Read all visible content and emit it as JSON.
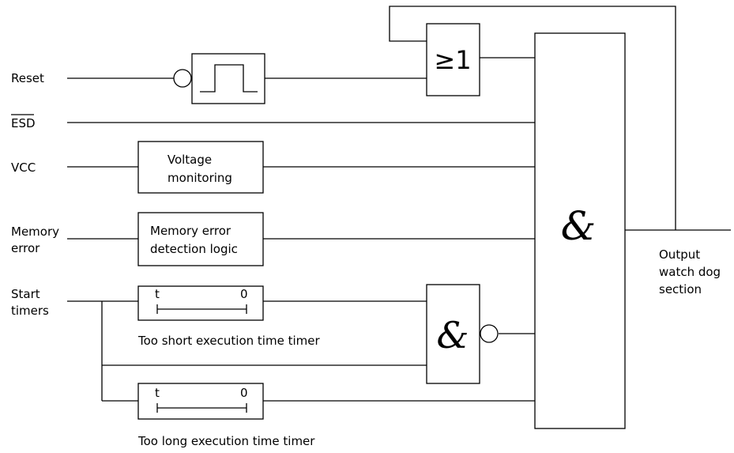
{
  "inputs": {
    "reset": "Reset",
    "esd": "ESD",
    "vcc": "VCC",
    "memory_error_line1": "Memory",
    "memory_error_line2": "error",
    "start_timers_line1": "Start",
    "start_timers_line2": "timers"
  },
  "blocks": {
    "or_gate_symbol": "≥1",
    "voltage_line1": "Voltage",
    "voltage_line2": "monitoring",
    "memerr_line1": "Memory error",
    "memerr_line2": "detection logic",
    "and_symbol": "&",
    "timer_t": "t",
    "timer_zero": "0"
  },
  "captions": {
    "short_timer": "Too short execution time timer",
    "long_timer": "Too long execution time timer"
  },
  "output": {
    "line1": "Output",
    "line2": "watch dog",
    "line3": "section"
  }
}
